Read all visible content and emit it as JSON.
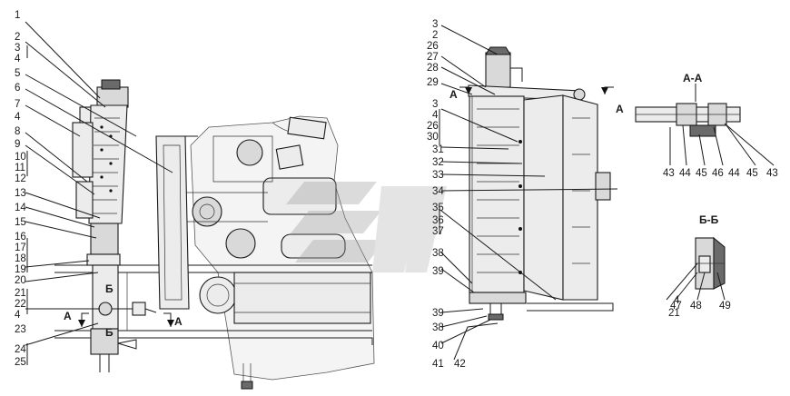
{
  "section_labels": {
    "aa": "А-А",
    "bb": "Б-Б",
    "a_mark_left": "А",
    "a_mark_right": "А",
    "a_mark_top_left": "А",
    "a_mark_top_right": "А",
    "b_mark_top": "Б",
    "b_mark_bottom": "Б"
  },
  "callouts_left": [
    "1",
    "2",
    "3",
    "4",
    "5",
    "6",
    "7",
    "4",
    "8",
    "9",
    "10",
    "11",
    "12",
    "13",
    "14",
    "15",
    "16",
    "17",
    "18",
    "19",
    "20",
    "21",
    "22",
    "4",
    "23",
    "24",
    "25"
  ],
  "callouts_mid": [
    "3",
    "2",
    "26",
    "27",
    "28",
    "29",
    "3",
    "4",
    "26",
    "30",
    "31",
    "32",
    "33",
    "34",
    "35",
    "36",
    "37",
    "38",
    "39",
    "39",
    "38",
    "40",
    "41",
    "42"
  ],
  "callouts_aa": [
    "43",
    "44",
    "45",
    "46",
    "44",
    "45",
    "43"
  ],
  "callouts_bb": [
    "4",
    "21",
    "47",
    "48",
    "49"
  ]
}
